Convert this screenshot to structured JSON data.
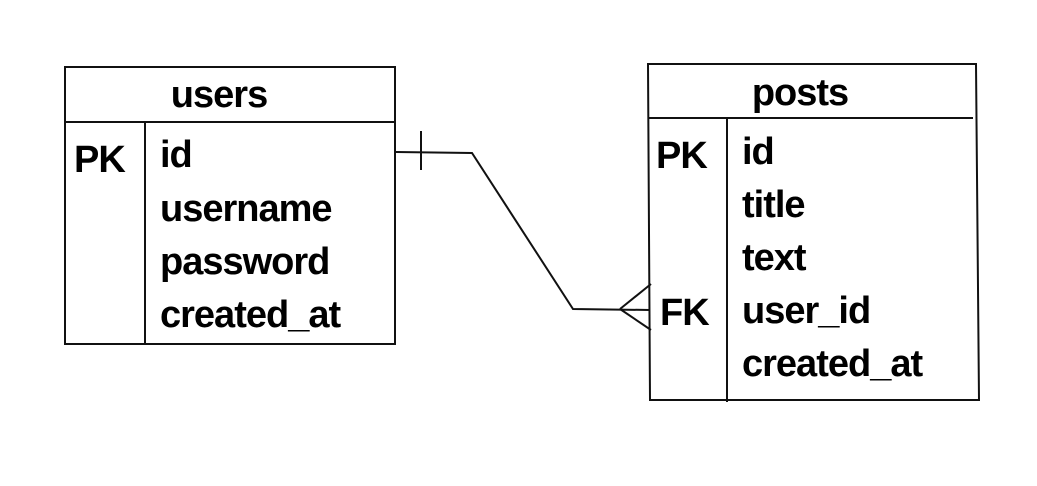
{
  "entities": {
    "users": {
      "name": "users",
      "fields": [
        {
          "key": "PK",
          "name": "id"
        },
        {
          "key": "",
          "name": "username"
        },
        {
          "key": "",
          "name": "password"
        },
        {
          "key": "",
          "name": "created_at"
        }
      ]
    },
    "posts": {
      "name": "posts",
      "fields": [
        {
          "key": "PK",
          "name": "id"
        },
        {
          "key": "",
          "name": "title"
        },
        {
          "key": "",
          "name": "text"
        },
        {
          "key": "FK",
          "name": "user_id"
        },
        {
          "key": "",
          "name": "created_at"
        }
      ]
    }
  },
  "relationship": {
    "from": "users.id",
    "to": "posts.user_id",
    "from_cardinality": "one",
    "to_cardinality": "many"
  },
  "colors": {
    "stroke": "#111111",
    "background": "#ffffff"
  }
}
